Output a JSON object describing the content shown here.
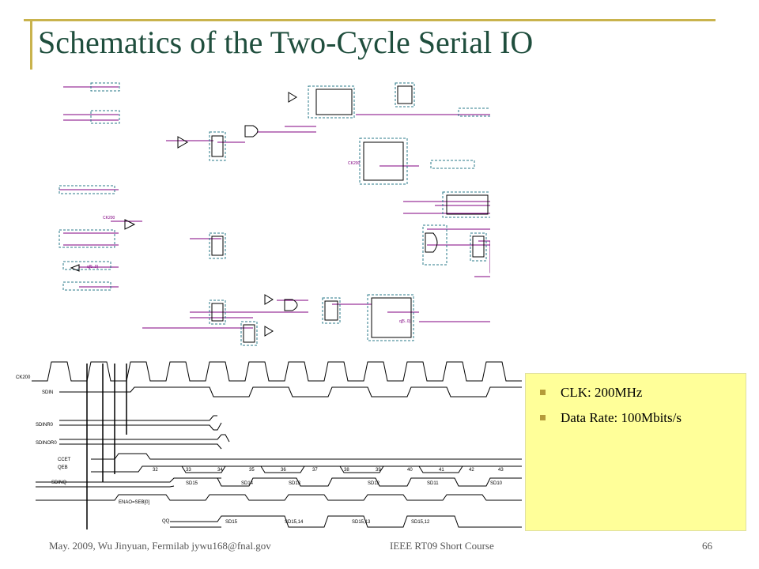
{
  "title": "Schematics of the Two-Cycle Serial IO",
  "schematic": {
    "labels": [
      "CK200",
      "q[5..0]",
      "CK200",
      "q[5..0]"
    ]
  },
  "timing": {
    "signals": [
      "CK200",
      "SDIN",
      "SDINR0",
      "SDINOR0",
      "CCET",
      "QEB",
      "SDINQ",
      "ENAO=SEB[0]",
      "QQ"
    ],
    "counter": [
      "32",
      "33",
      "34",
      "35",
      "36",
      "37",
      "38",
      "39",
      "40",
      "41",
      "42",
      "43"
    ],
    "sdinq": [
      "SD15",
      "SD14",
      "SD13",
      "SD12",
      "SD11",
      "SD10"
    ],
    "qq": [
      "SD15",
      "SD15,14",
      "SD15,13",
      "SD15,12"
    ]
  },
  "notes": [
    "CLK: 200MHz",
    "Data Rate: 100Mbits/s"
  ],
  "footer": {
    "left": "May. 2009, Wu Jinyuan, Fermilab jywu168@fnal.gov",
    "center": "IEEE RT09 Short Course",
    "page": "66"
  },
  "colors": {
    "accent": "#c9b34d",
    "title": "#1f4e3d",
    "note_bg": "#ffff99",
    "wire": "#800080",
    "dash": "#2a7a8a"
  }
}
